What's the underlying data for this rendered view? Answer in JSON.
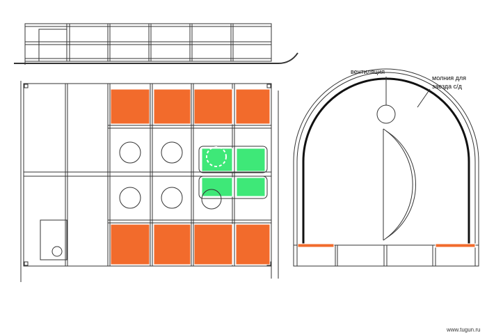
{
  "labels": {
    "ventilation": "вентиляция",
    "zipper_line1": "молния для",
    "zipper_line2": "заезда с/д",
    "watermark": "www.tugun.ru"
  },
  "colors": {
    "cushion_orange": "#f26b2c",
    "mat_green": "#3ee878",
    "line": "#333333",
    "arch": "#111111"
  }
}
